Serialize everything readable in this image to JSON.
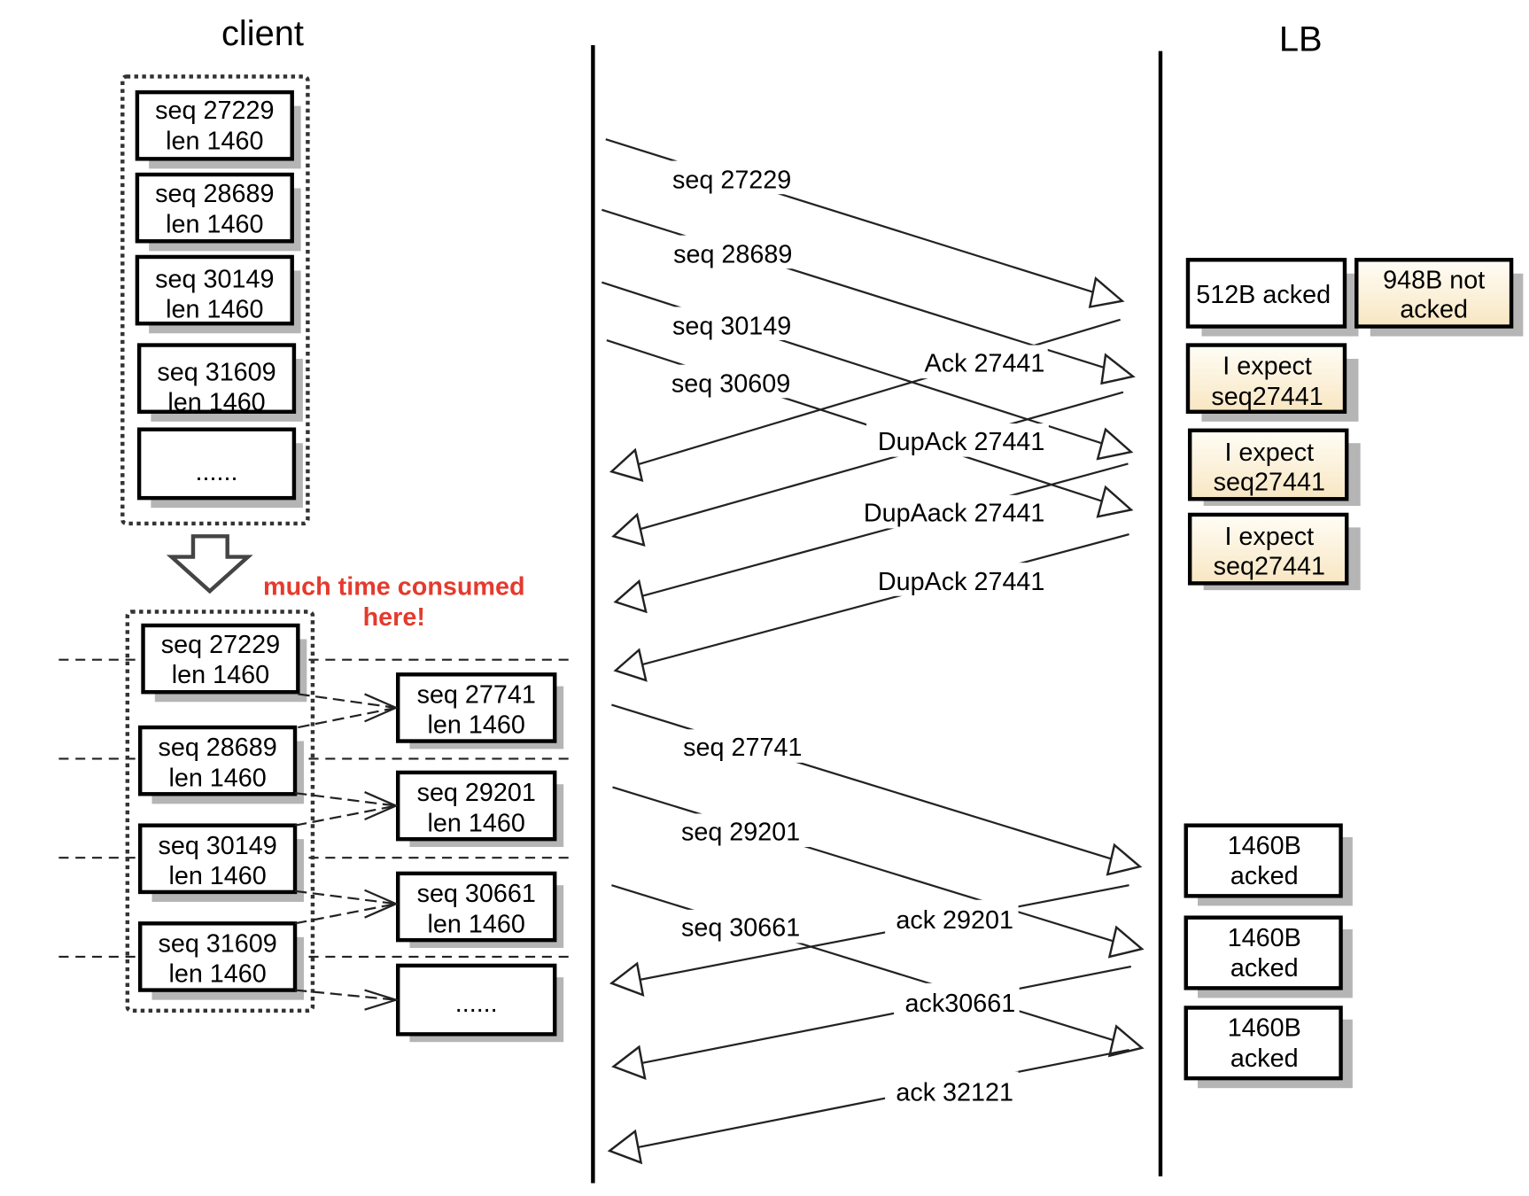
{
  "lifelines": {
    "client": "client",
    "lb": "LB"
  },
  "client_buffer_before": [
    {
      "line1": "seq 27229",
      "line2": "len 1460"
    },
    {
      "line1": "seq 28689",
      "line2": "len 1460"
    },
    {
      "line1": "seq 30149",
      "line2": "len 1460"
    },
    {
      "line1": "seq 31609",
      "line2": "len 1460"
    },
    {
      "line1": "......",
      "line2": ""
    }
  ],
  "client_buffer_after": [
    {
      "line1": "seq 27229",
      "line2": "len 1460"
    },
    {
      "line1": "seq 28689",
      "line2": "len 1460"
    },
    {
      "line1": "seq 30149",
      "line2": "len 1460"
    },
    {
      "line1": "seq 31609",
      "line2": "len 1460"
    }
  ],
  "resegmented": [
    {
      "line1": "seq 27741",
      "line2": "len 1460"
    },
    {
      "line1": "seq 29201",
      "line2": "len 1460"
    },
    {
      "line1": "seq 30661",
      "line2": "len 1460"
    },
    {
      "line1": "......",
      "line2": ""
    }
  ],
  "annotation": {
    "line1": "much time consumed",
    "line2": "here!",
    "color": "#e53a2d"
  },
  "messages_phase1": {
    "sends": [
      "seq 27229",
      "seq 28689",
      "seq 30149",
      "seq 30609"
    ],
    "acks": [
      "Ack 27441",
      "DupAck 27441",
      "DupAack 27441",
      "DupAck 27441"
    ]
  },
  "messages_phase2": {
    "sends": [
      "seq 27741",
      "seq 29201",
      "seq 30661"
    ],
    "acks": [
      "ack 29201",
      "ack30661",
      "ack 32121"
    ]
  },
  "lb_states_phase1": {
    "acked": "512B acked",
    "not_acked": {
      "line1": "948B not",
      "line2": "acked"
    },
    "expect": [
      {
        "line1": "I expect",
        "line2": "seq27441"
      },
      {
        "line1": "I expect",
        "line2": "seq27441"
      },
      {
        "line1": "I expect",
        "line2": "seq27441"
      }
    ]
  },
  "lb_states_phase2": [
    {
      "line1": "1460B",
      "line2": "acked"
    },
    {
      "line1": "1460B",
      "line2": "acked"
    },
    {
      "line1": "1460B",
      "line2": "acked"
    }
  ],
  "colors": {
    "cream_top": "#fffdf6",
    "cream_bottom": "#f8e6c2",
    "shadow": "#b5b5b5"
  }
}
